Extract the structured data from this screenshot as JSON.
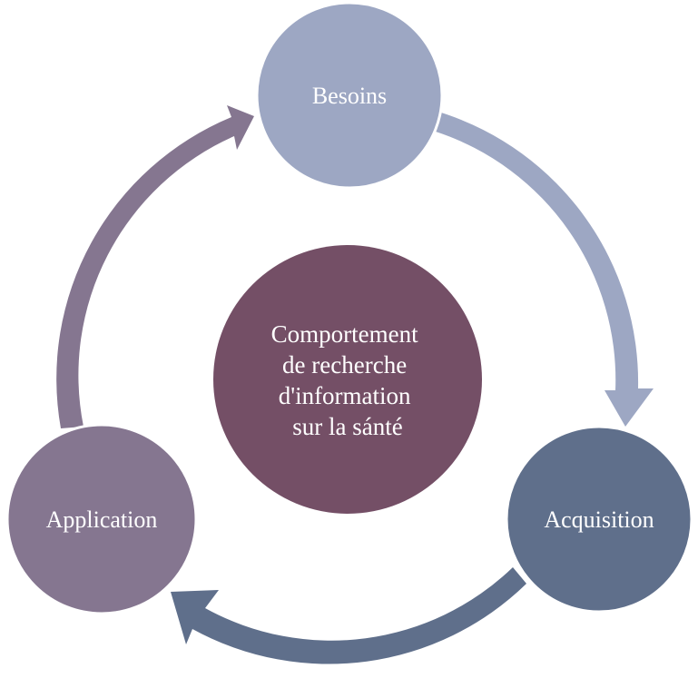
{
  "diagram": {
    "type": "cycle",
    "center": {
      "label_lines": [
        "Comportement",
        "de recherche",
        "d'information",
        "sur la sánté"
      ],
      "color": "#744F66"
    },
    "nodes": [
      {
        "id": "besoins",
        "label": "Besoins",
        "color": "#9DA7C3"
      },
      {
        "id": "acquisition",
        "label": "Acquisition",
        "color": "#5F6F8B"
      },
      {
        "id": "application",
        "label": "Application",
        "color": "#857690"
      }
    ],
    "arrows": [
      {
        "from": "besoins",
        "to": "acquisition",
        "color": "#9DA7C3"
      },
      {
        "from": "acquisition",
        "to": "application",
        "color": "#5F6F8B"
      },
      {
        "from": "application",
        "to": "besoins",
        "color": "#857690"
      }
    ]
  }
}
